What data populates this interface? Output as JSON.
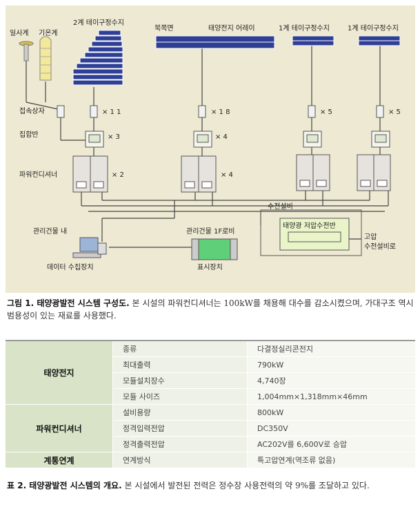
{
  "diagram": {
    "sunshine_meter": "일사계",
    "thermometer": "기온계",
    "array1_label": "2계 테이구정수지",
    "north_label": "북쪽면",
    "array2_label": "태양전지 어레이",
    "array3_label": "1계 테이구정수지",
    "array4_label": "1계 테이구정수지",
    "junction_box": "접속상자",
    "collector_panel": "집합반",
    "power_conditioner": "파워컨디셔너",
    "mult_a1": "× 1 1",
    "mult_a2": "× 1 8",
    "mult_a3": "× 5",
    "mult_a4": "× 5",
    "mult_b1": "× 3",
    "mult_b2": "× 4",
    "mult_c1": "× 2",
    "mult_c2": "× 4",
    "receiving_facility": "수전설비",
    "lowvoltage_panel": "태양광 저압수전반",
    "highvoltage_1": "고압",
    "highvoltage_2": "수전설비로",
    "mgmt_building": "관리건물 내",
    "data_collector": "데이터 수집장치",
    "lobby": "관리건물 1F로비",
    "display": "표시장치"
  },
  "caption1": {
    "label": "그림 1. 태양광발전 시스템 구성도.",
    "text": "본 시설의 파워컨디셔너는 100kW를 채용해 대수를 감소시켰으며, 가대구조 역시 범용성이 있는 재료를 사용했다."
  },
  "table": {
    "rows": [
      {
        "cat": "태양전지",
        "item": "종류",
        "value": "다결정실리콘전지"
      },
      {
        "cat": "",
        "item": "최대출력",
        "value": "790kW"
      },
      {
        "cat": "",
        "item": "모듈설치장수",
        "value": "4,740장"
      },
      {
        "cat": "",
        "item": "모듈 사이즈",
        "value": "1,004mm×1,318mm×46mm"
      },
      {
        "cat": "파워컨디셔너",
        "item": "설비용량",
        "value": "800kW"
      },
      {
        "cat": "",
        "item": "정격입력전압",
        "value": "DC350V"
      },
      {
        "cat": "",
        "item": "정격출력전압",
        "value": "AC202V를 6,600V로 승압"
      },
      {
        "cat": "계통연계",
        "item": "연계방식",
        "value": "특고압연계(역조류 없음)"
      }
    ]
  },
  "caption2": {
    "label": "표 2. 태양광발전 시스템의 개요.",
    "text": "본 시설에서 발전된 전력은 정수장 사용전력의 약 9%를 조달하고 있다."
  },
  "colors": {
    "panel_bg": "#ede9d3",
    "solar_panel": "#2f3f96",
    "display_green": "#5fcf7a"
  }
}
